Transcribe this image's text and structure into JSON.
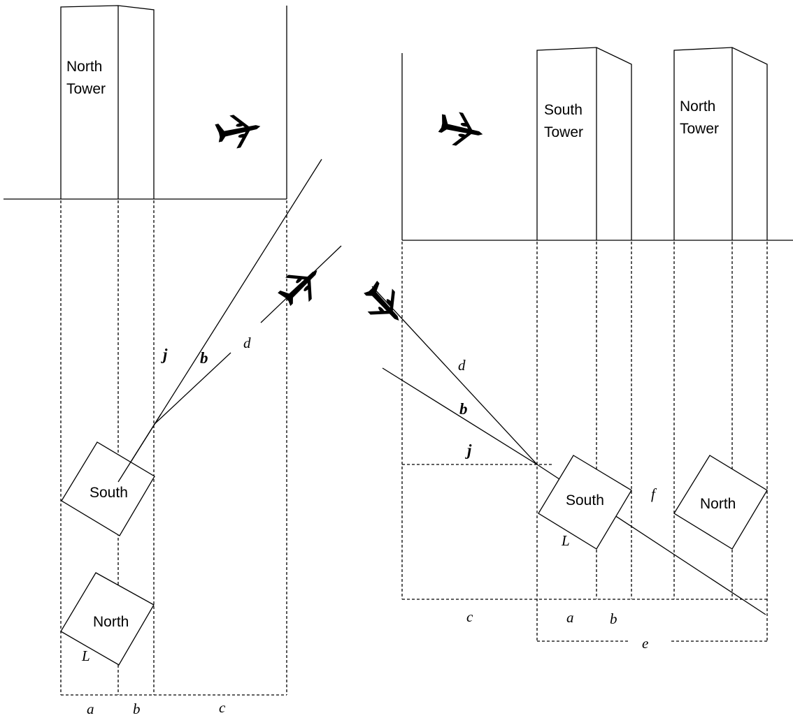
{
  "colors": {
    "stroke": "#000000",
    "background": "#ffffff"
  },
  "icons": [
    "airplane-icon"
  ],
  "left": {
    "north_tower_label": [
      "North",
      "Tower"
    ],
    "south_label": "South",
    "north_label": "North",
    "var_j": "j",
    "var_b": "b",
    "var_d": "d",
    "var_L": "L",
    "dim_a": "a",
    "dim_b": "b",
    "dim_c": "c"
  },
  "right": {
    "south_tower_label": [
      "South",
      "Tower"
    ],
    "north_tower_label": [
      "North",
      "Tower"
    ],
    "south_label": "South",
    "north_label": "North",
    "var_d": "d",
    "var_b": "b",
    "var_j": "j",
    "var_L": "L",
    "var_f": "f",
    "dim_c": "c",
    "dim_a": "a",
    "dim_b": "b",
    "dim_e": "e"
  }
}
